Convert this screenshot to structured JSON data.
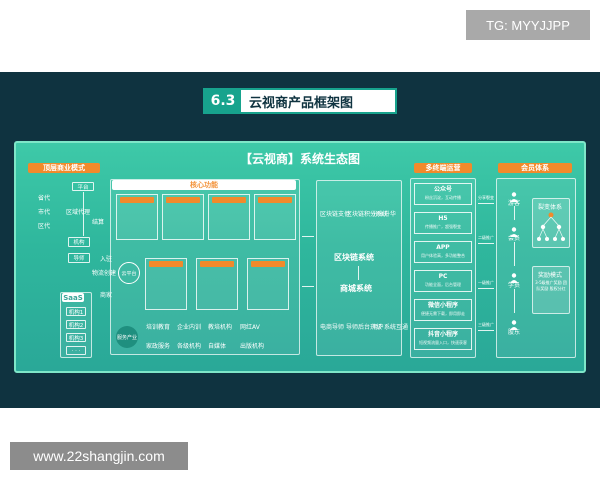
{
  "watermark_top": "TG: MYYJJPP",
  "watermark_bottom": "www.22shangjin.com",
  "slide": {
    "section_number": "6.3",
    "section_title": "云视商产品框架图",
    "diagram_title": "【云视商】系统生态图",
    "left_head": "顶层商业模式",
    "left_items": [
      "平台",
      "省代",
      "市代",
      "区代",
      "区域代理",
      "机构",
      "导师",
      "机构1",
      "机构2",
      "机构3",
      "· · ·"
    ],
    "left_labels": [
      "结算",
      "入驻",
      "商家",
      "物流创建",
      "云平台",
      "SaaS"
    ],
    "core_head": "核心功能",
    "service_items": [
      "培训教育",
      "企业内训",
      "教培机构",
      "网红AV",
      "家政服务",
      "各级机构",
      "自媒体",
      "出版机构"
    ],
    "service_badge": "服务产业",
    "blockchain_label": "区块链系统",
    "mall_label": "商城系统",
    "blockchain_items": [
      "区块链支付",
      "区块链积分系统",
      "分账升华"
    ],
    "mall_items": [
      "电商导师",
      "导师后台升级",
      "用户系统互通"
    ],
    "multi_head": "多终端运营",
    "channels": [
      {
        "name": "公众号",
        "desc": "粉丝沉淀，互动传播"
      },
      {
        "name": "H5",
        "desc": "传播推广，超强裂变"
      },
      {
        "name": "APP",
        "desc": "用户体验高，多功能整合"
      },
      {
        "name": "PC",
        "desc": "功能全面，后台管理"
      },
      {
        "name": "微信小程序",
        "desc": "便捷无需下载，即用即走"
      },
      {
        "name": "抖音小程序",
        "desc": "短视频流量入口，快速获客"
      }
    ],
    "member_head": "会员体系",
    "member_items": [
      "游客",
      "会员",
      "学员",
      "股东"
    ],
    "member_box1": "裂变体系",
    "member_box2": "奖励模式",
    "member_box2_desc": "3-5级推广奖励 团队奖励 股权分红",
    "between_labels": [
      "分享裂变",
      "二级推广",
      "一级推广",
      "三级推广"
    ]
  }
}
